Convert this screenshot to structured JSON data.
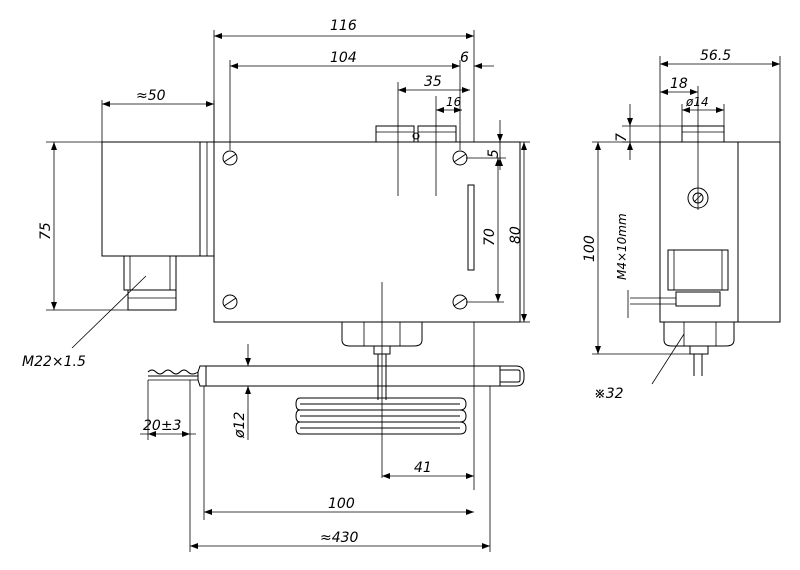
{
  "dimensions": {
    "d116": "116",
    "d104": "104",
    "d6": "6",
    "d35": "35",
    "d16": "16",
    "d50": "≈50",
    "d5": "5",
    "d70": "70",
    "d80": "80",
    "d75": "75",
    "m22": "M22×1.5",
    "d12": "ø12",
    "d20": "20±3",
    "d41": "41",
    "d100b": "100",
    "d430": "≈430",
    "d56": "56.5",
    "d18": "18",
    "d14": "ø14",
    "d7": "7",
    "d100s": "100",
    "m4": "M4×10mm",
    "s32": "※32"
  }
}
